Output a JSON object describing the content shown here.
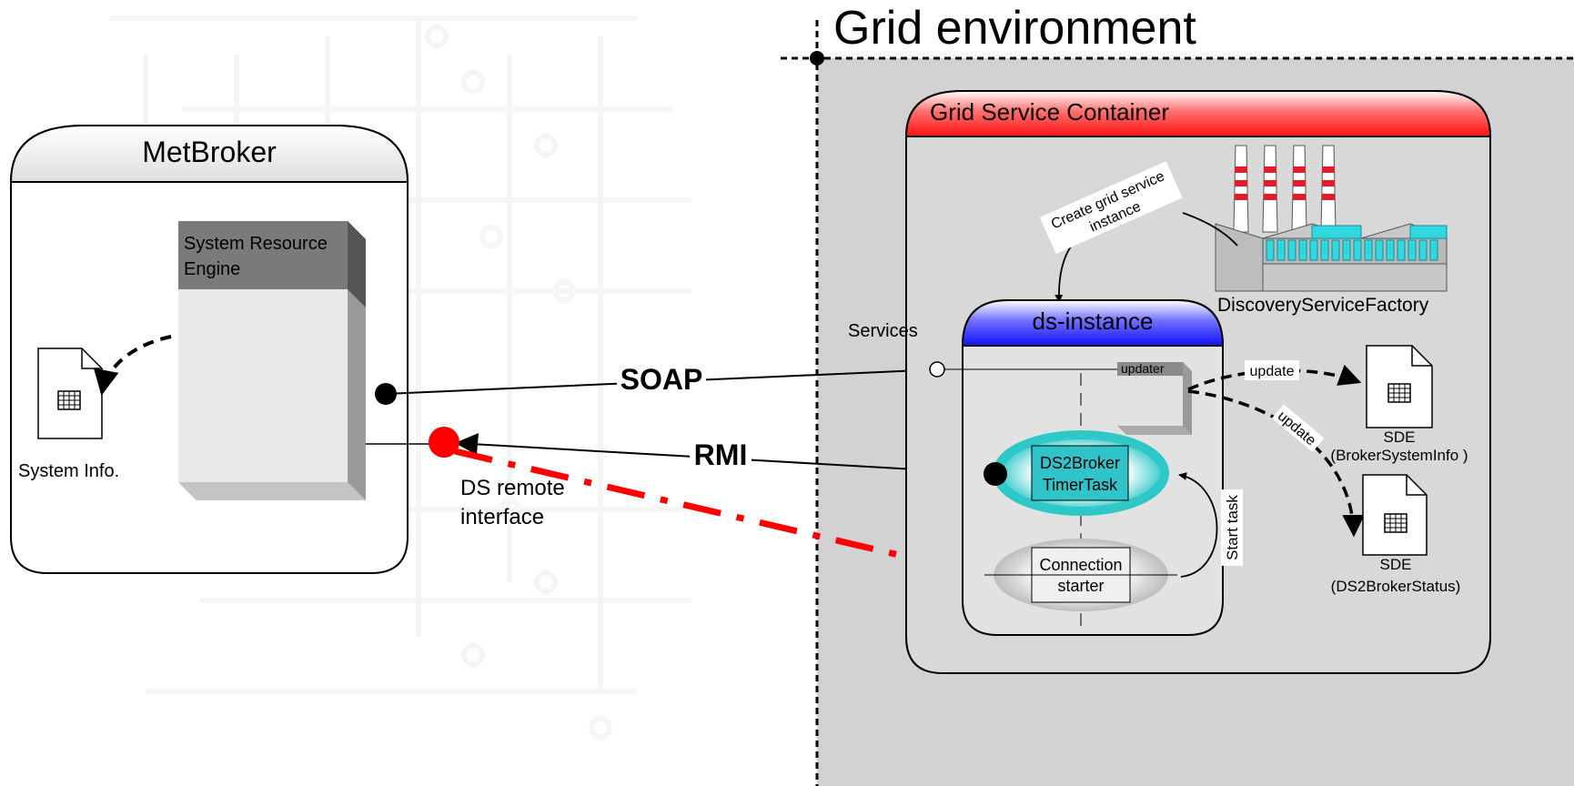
{
  "grid_environment": {
    "title": "Grid environment"
  },
  "metbroker": {
    "title": "MetBroker",
    "engine_line1": "System Resource",
    "engine_line2": "Engine",
    "system_info_label": "System Info."
  },
  "connections": {
    "soap_label": "SOAP",
    "rmi_label": "RMI",
    "ds_remote_line1": "DS remote",
    "ds_remote_line2": "interface",
    "services_label": "Services"
  },
  "container": {
    "title": "Grid Service Container",
    "factory_label": "DiscoveryServiceFactory",
    "create_line1": "Create grid service",
    "create_line2": "instance"
  },
  "ds_instance": {
    "title": "ds-instance",
    "updater_label": "updater",
    "timer_line1": "DS2Broker",
    "timer_line2": "TimerTask",
    "starter_line1": "Connection",
    "starter_line2": "starter",
    "start_task_label": "Start task"
  },
  "sde": {
    "update_label_1": "update",
    "update_label_2": "update",
    "doc1_line1": "SDE",
    "doc1_line2": "(BrokerSystemInfo )",
    "doc2_line1": "SDE",
    "doc2_line2": "(DS2BrokerStatus)"
  },
  "colors": {
    "grid_bg": "#d2d2d2",
    "container_header_red": "#ff1a1a",
    "ds_header_blue": "#2020ff",
    "timer_teal": "#2ec8c8",
    "rmi_red": "#ff0000"
  }
}
